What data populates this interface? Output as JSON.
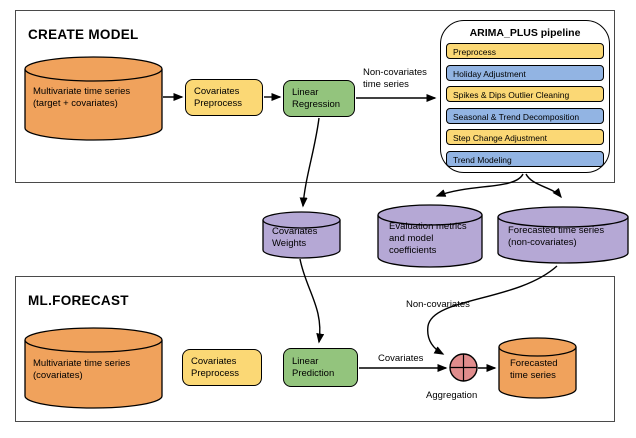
{
  "sections": {
    "create_model": {
      "title": "CREATE MODEL"
    },
    "ml_forecast": {
      "title": "ML.FORECAST"
    }
  },
  "nodes": {
    "mts_target": {
      "label": "Multivariate time series\n(target + covariates)",
      "shape": "cylinder",
      "color": "#F0A25C"
    },
    "covariates_preprocess_train": {
      "label": "Covariates\nPreprocess",
      "shape": "process",
      "color": "#FBD875"
    },
    "linear_regression": {
      "label": "Linear\nRegression",
      "shape": "process",
      "color": "#93C47D"
    },
    "covariates_weights": {
      "label": "Covariates\nWeights",
      "shape": "cylinder",
      "color": "#B5A8D5"
    },
    "evaluation_metrics": {
      "label": "Evaluation metrics\nand model\ncoefficients",
      "shape": "cylinder",
      "color": "#B5A8D5"
    },
    "forecasted_noncovariates": {
      "label": "Forecasted time series\n(non-covariates)",
      "shape": "cylinder",
      "color": "#B5A8D5"
    },
    "mts_covariates": {
      "label": "Multivariate time series\n(covariates)",
      "shape": "cylinder",
      "color": "#F0A25C"
    },
    "covariates_preprocess_predict": {
      "label": "Covariates\nPreprocess",
      "shape": "process",
      "color": "#FBD875"
    },
    "linear_prediction": {
      "label": "Linear\nPrediction",
      "shape": "process",
      "color": "#93C47D"
    },
    "aggregation": {
      "label": "Aggregation",
      "shape": "circle-plus",
      "color": "#E08C8C"
    },
    "forecasted_time_series": {
      "label": "Forecasted\ntime series",
      "shape": "cylinder",
      "color": "#F0A25C"
    }
  },
  "pipeline": {
    "title": "ARIMA_PLUS pipeline",
    "steps": [
      {
        "label": "Preprocess",
        "color": "#FBD875"
      },
      {
        "label": "Holiday Adjustment",
        "color": "#92B4E3"
      },
      {
        "label": "Spikes & Dips Outlier Cleaning",
        "color": "#FBD875"
      },
      {
        "label": "Seasonal & Trend Decomposition",
        "color": "#92B4E3"
      },
      {
        "label": "Step Change Adjustment",
        "color": "#FBD875"
      },
      {
        "label": "Trend Modeling",
        "color": "#92B4E3"
      }
    ]
  },
  "edge_labels": {
    "non_covariates_time_series": "Non-covariates\ntime series",
    "non_covariates": "Non-covariates",
    "covariates": "Covariates"
  },
  "colors": {
    "orange": "#F0A25C",
    "yellow": "#FBD875",
    "green": "#93C47D",
    "blue": "#92B4E3",
    "purple": "#B5A8D5",
    "pink": "#E08C8C",
    "stroke": "#000000",
    "section_border": "#4A4A4A"
  }
}
